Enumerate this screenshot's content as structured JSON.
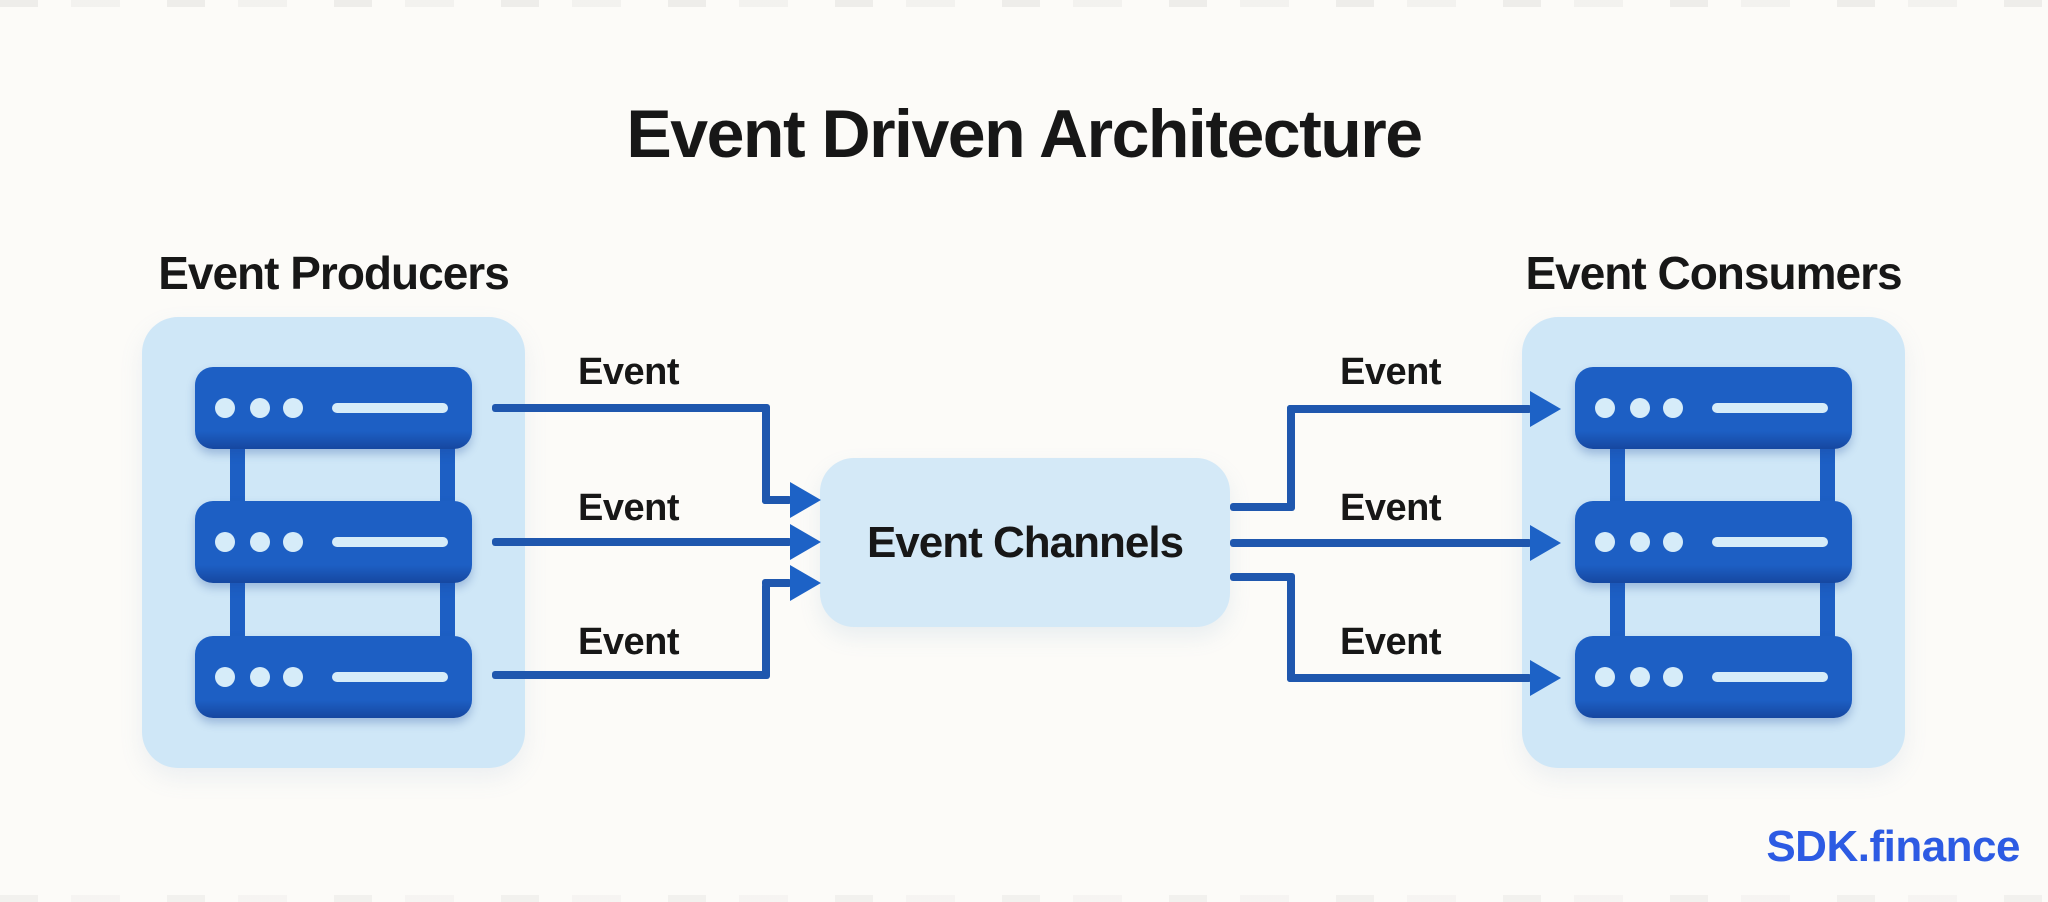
{
  "title": "Event Driven Architecture",
  "groups": {
    "producers": {
      "label": "Event Producers"
    },
    "consumers": {
      "label": "Event Consumers"
    }
  },
  "channel": {
    "label": "Event Channels"
  },
  "flows": {
    "producer_events": [
      "Event",
      "Event",
      "Event"
    ],
    "consumer_events": [
      "Event",
      "Event",
      "Event"
    ]
  },
  "branding": {
    "logo_text": "SDK.finance"
  },
  "colors": {
    "page-bg": "#fcfbf8",
    "panel-bg": "#cfe7f7",
    "channel-bg": "#d4e9f7",
    "server-blue": "#1d5fc4",
    "server-blue-dark": "#1647a0",
    "detail-light": "#d6ecf9",
    "line-blue": "#1f57ae",
    "arrow-blue": "#1d62c6",
    "text-ink": "#171717",
    "logo-blue": "#2d5be3"
  }
}
